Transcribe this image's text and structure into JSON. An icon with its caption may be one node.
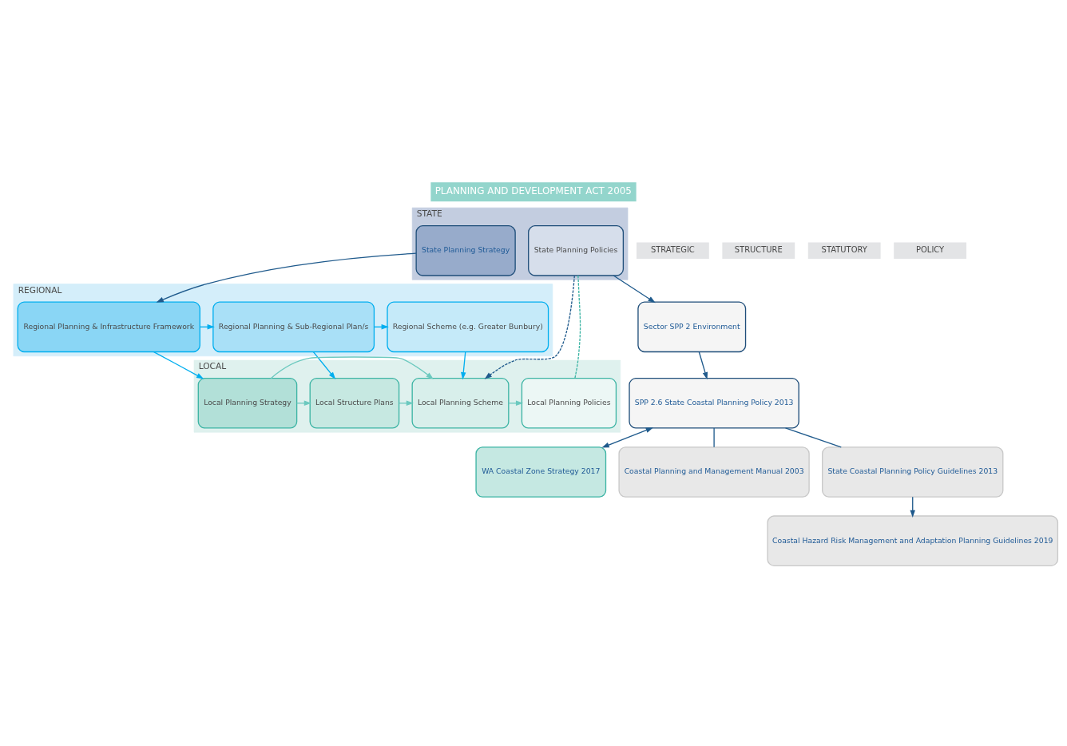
{
  "diagram": {
    "title": "PLANNING AND DEVELOPMENT ACT 2005",
    "nodes": [
      {
        "text": [
          "STATE"
        ]
      },
      {
        "text": [
          "State Planning Strategy"
        ],
        "in": 0
      },
      {
        "text": [
          "State Planning Policies"
        ],
        "in": 0
      },
      {
        "text": [
          "Sector SPP 2 Environment"
        ]
      },
      {
        "text": [
          "REGIONAL"
        ]
      },
      {
        "text": [
          "Regional Planning & Infrastructure Framework"
        ],
        "in": 4
      },
      {
        "text": [
          "Regional Planning & Sub-Regional Plan/s"
        ],
        "in": 4
      },
      {
        "text": [
          "Regional Scheme (e.g. Greater Bunbury)"
        ],
        "in": 4
      },
      {
        "text": [
          "SPP 2.6 State Coastal Planning Policy 2013"
        ]
      },
      {
        "text": [
          "WA Coastal Zone Strategy 2017"
        ]
      },
      {
        "text": [
          "LOCAL"
        ]
      },
      {
        "text": [
          "Local Planning Strategy"
        ],
        "in": 10
      },
      {
        "text": [
          "Local Structure Plans"
        ],
        "in": 10
      },
      {
        "text": [
          "Local Planning Scheme"
        ],
        "in": 10
      },
      {
        "text": [
          "Local Planning Policies"
        ],
        "in": 10
      },
      {
        "text": [
          "Coastal Planning and Management Manual 2003"
        ]
      },
      {
        "text": [
          "State Coastal Planning Policy Guidelines 2013"
        ]
      },
      {
        "text": [
          "Coastal Hazard Risk Management and Adaptation Planning Guidelines 2019"
        ]
      }
    ],
    "edges": [
      {
        "from": 1,
        "to": 5,
        "arrow": "to"
      },
      {
        "from": 5,
        "to": 6,
        "arrow": "to",
        "color": "#00aeef"
      },
      {
        "from": 6,
        "to": 7,
        "arrow": "to",
        "color": "#00aeef"
      },
      {
        "from": 5,
        "to": 11,
        "arrow": "to",
        "color": "#00aeef"
      },
      {
        "from": 6,
        "to": 12,
        "arrow": "to",
        "color": "#00aeef"
      },
      {
        "from": 7,
        "to": 13,
        "arrow": "to",
        "color": "#00aeef"
      },
      {
        "from": 2,
        "to": 13,
        "arrow": "to",
        "style": "dashed"
      },
      {
        "from": 2,
        "to": 14,
        "arrow": "none",
        "style": "dashed",
        "color": "#3cb4a4"
      },
      {
        "from": 11,
        "to": 12,
        "arrow": "to",
        "color": "#6cc9bf"
      },
      {
        "from": 12,
        "to": 13,
        "arrow": "to",
        "color": "#6cc9bf"
      },
      {
        "from": 11,
        "to": 13,
        "arrow": "to",
        "color": "#6cc9bf"
      },
      {
        "from": 13,
        "to": 14,
        "arrow": "to",
        "color": "#6cc9bf"
      },
      {
        "from": 2,
        "to": 3,
        "arrow": "to"
      },
      {
        "from": 3,
        "to": 8,
        "arrow": "to"
      },
      {
        "from": 8,
        "to": 9,
        "arrow": "both"
      },
      {
        "from": 8,
        "to": 15,
        "arrow": "none"
      },
      {
        "from": 8,
        "to": 16,
        "arrow": "none"
      },
      {
        "from": 16,
        "to": 17,
        "arrow": "to"
      }
    ],
    "labels": [
      "STRATEGIC",
      "STRUCTURE",
      "STATUTORY",
      "POLICY"
    ]
  }
}
